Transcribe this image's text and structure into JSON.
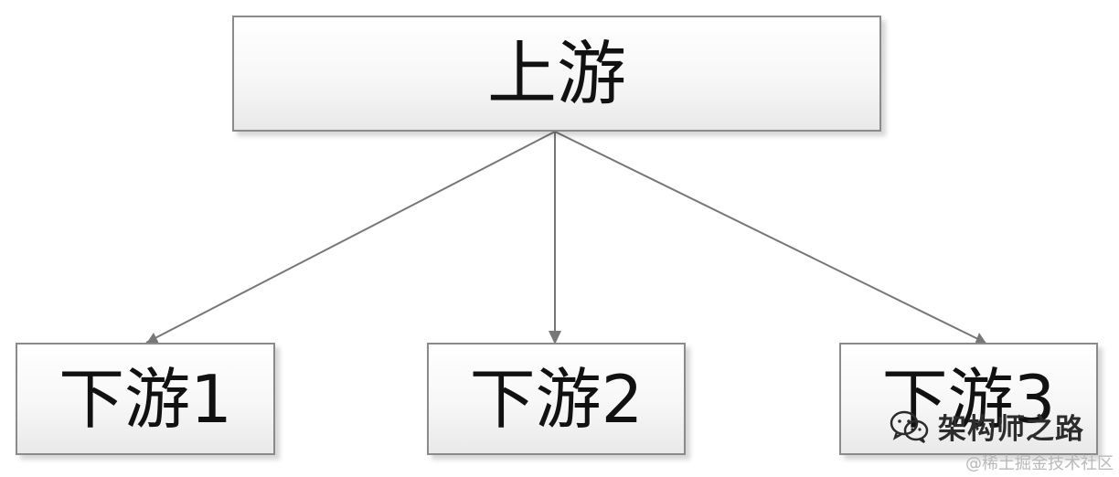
{
  "diagram": {
    "upstream_label": "上游",
    "downstream_labels": [
      "下游1",
      "下游2",
      "下游3"
    ],
    "colors": {
      "box_border": "#8a8a8a",
      "connector": "#777777",
      "text": "#111111"
    }
  },
  "watermark": {
    "logo_icon": "wechat-icon",
    "title": "架构师之路",
    "credit": "@稀土掘金技术社区"
  }
}
